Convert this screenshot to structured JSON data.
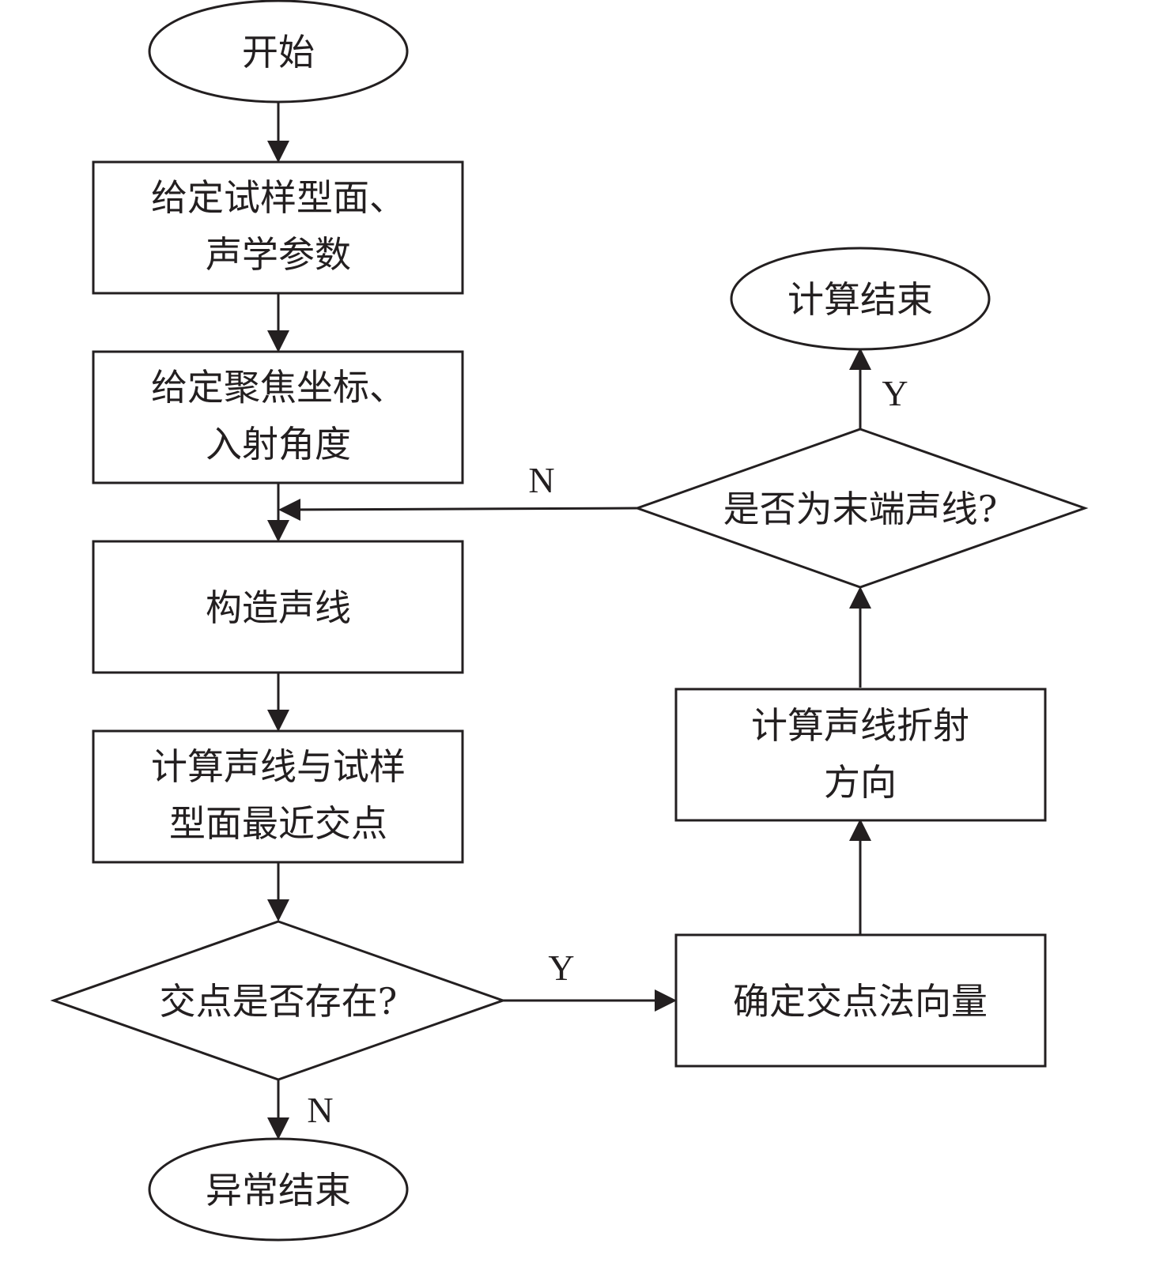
{
  "nodes": {
    "start": {
      "lines": [
        "开始"
      ]
    },
    "set_params": {
      "lines": [
        "给定试样型面、",
        "声学参数"
      ]
    },
    "set_focus": {
      "lines": [
        "给定聚焦坐标、",
        "入射角度"
      ]
    },
    "build_ray": {
      "lines": [
        "构造声线"
      ]
    },
    "calc_intersection": {
      "lines": [
        "计算声线与试样",
        "型面最近交点"
      ]
    },
    "intersection_exists": {
      "lines": [
        "交点是否存在?"
      ]
    },
    "abnormal_end": {
      "lines": [
        "异常结束"
      ]
    },
    "normal_vector": {
      "lines": [
        "确定交点法向量"
      ]
    },
    "refraction": {
      "lines": [
        "计算声线折射",
        "方向"
      ]
    },
    "last_ray": {
      "lines": [
        "是否为末端声线?"
      ]
    },
    "calc_end": {
      "lines": [
        "计算结束"
      ]
    }
  },
  "edge_labels": {
    "exists_yes": "Y",
    "exists_no": "N",
    "last_yes": "Y",
    "last_no": "N"
  }
}
